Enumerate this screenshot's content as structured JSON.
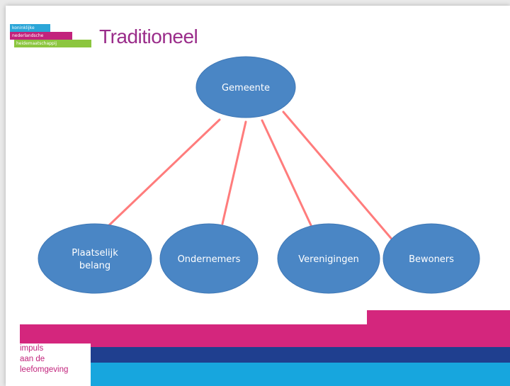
{
  "slide": {
    "title": "Traditioneel",
    "logo_lines": [
      "koninklijke",
      "nederlandsche",
      "heidemaatschappij"
    ],
    "footer_lines": [
      "impuls",
      "aan de",
      "leefomgeving"
    ]
  },
  "diagram": {
    "root": {
      "id": "gemeente",
      "label": "Gemeente"
    },
    "children": [
      {
        "id": "plaatselijk-belang",
        "lines": [
          "Plaatselijk",
          "belang"
        ]
      },
      {
        "id": "ondernemers",
        "lines": [
          "Ondernemers"
        ]
      },
      {
        "id": "verenigingen",
        "lines": [
          "Verenigingen"
        ]
      },
      {
        "id": "bewoners",
        "lines": [
          "Bewoners"
        ]
      }
    ],
    "colors": {
      "node_fill": "#4a86c5",
      "node_stroke": "#3f78b6",
      "edge": "#ff7c7c",
      "title": "#9a2c8a",
      "pink": "#d4267d",
      "navy": "#1f3f8f",
      "cyan": "#17a6de"
    }
  }
}
